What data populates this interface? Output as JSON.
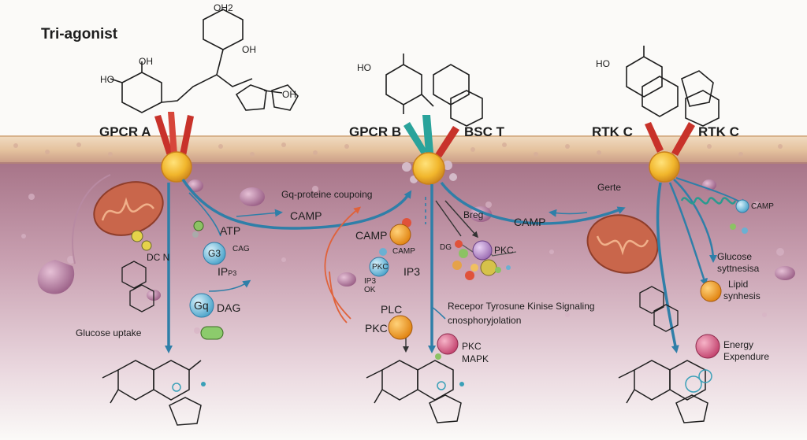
{
  "title": "Tri-agonist",
  "receptors": {
    "gpcr_a": "GPCR A",
    "gpcr_b": "GPCR B",
    "bsc_t": "BSC T",
    "rtk_c_left": "RTK C",
    "rtk_c_right": "RTK C"
  },
  "molecule_labels": {
    "a_top": "OH2",
    "a_oh1": "OH",
    "a_oh2": "OH",
    "a_ho": "HO",
    "a_oh3": "OH",
    "b_ho": "HO",
    "c_ho": "HO"
  },
  "pathway_a": {
    "atp": "ATP",
    "cag": "CAG",
    "g3": "G3",
    "ip": "IP",
    "ip_sub": "P3",
    "gq": "Gq",
    "dag": "DAG",
    "doc": "DC N",
    "glucose_uptake": "Glucose uptake"
  },
  "pathway_b": {
    "coupling": "Gq-proteine coupoing",
    "camp_arrow": "CAMP",
    "camp": "CAMP",
    "camp2": "CAMP",
    "pkc_node": "PKC",
    "ip3": "IP3",
    "ip3_small": "IP3",
    "ok": "OK",
    "plc": "PLC",
    "pkc": "PKC",
    "breg": "Breg",
    "dg": "DG",
    "pkc_cluster": "PKC",
    "receptor_signaling": "Recepor Tyrosune Kinise Signaling",
    "phosphorylation": "cnosphoryjolation",
    "pkc2": "PKC",
    "mapk": "MAPK"
  },
  "pathway_c": {
    "gerte": "Gerte",
    "camp_arrow": "CAMP",
    "camp": "CAMP",
    "glucose_synthesis_1": "Glucose",
    "glucose_synthesis_2": "syttnesisa",
    "lipid_1": "Lipid",
    "lipid_2": "synhesis",
    "energy_1": "Energy",
    "energy_2": "Expendure"
  },
  "colors": {
    "membrane": "#e9c9a6",
    "cytoplasm": "#b9869b",
    "receptor_core": "#f1b62c",
    "arrow_blue": "#2f7fa8",
    "spike_red": "#c8322a",
    "spike_teal": "#2aa39b",
    "mitochondria": "#c9664b"
  }
}
